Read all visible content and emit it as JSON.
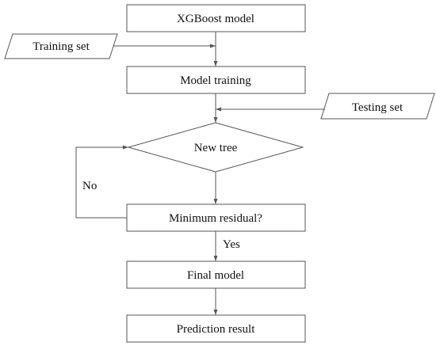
{
  "flowchart": {
    "nodes": {
      "xgboost_model": "XGBoost model",
      "training_set": "Training set",
      "model_training": "Model training",
      "testing_set": "Testing set",
      "new_tree": "New tree",
      "minimum_residual": "Minimum residual?",
      "final_model": "Final model",
      "prediction_result": "Prediction result"
    },
    "edge_labels": {
      "no": "No",
      "yes": "Yes"
    }
  }
}
